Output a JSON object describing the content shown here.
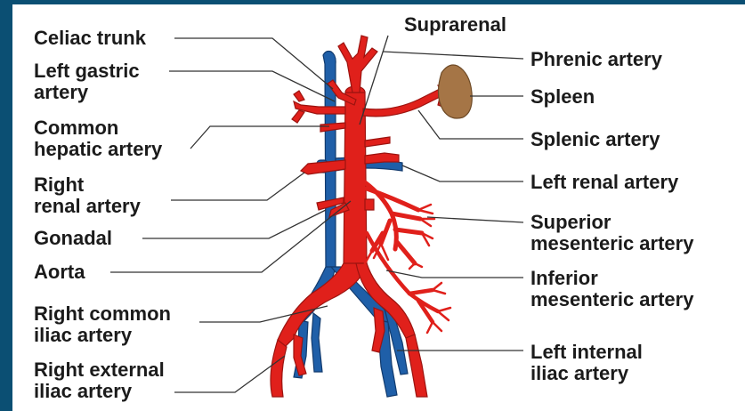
{
  "colors": {
    "frame": "#0b4f73",
    "background": "#ffffff",
    "artery": "#e0201b",
    "artery_dark": "#9c1410",
    "vein": "#1f5fa8",
    "vein_dark": "#123b6e",
    "spleen": "#a57546",
    "leader_line": "#333333",
    "label_text": "#1b1b1b"
  },
  "labels": {
    "celiac_trunk": "Celiac trunk",
    "left_gastric": "Left gastric\nartery",
    "common_hepatic": "Common\nhepatic artery",
    "right_renal": "Right\nrenal artery",
    "gonadal": "Gonadal",
    "aorta": "Aorta",
    "right_common_iliac": "Right common\niliac artery",
    "right_external_iliac": "Right external\niliac artery",
    "suprarenal": "Suprarenal",
    "phrenic": "Phrenic artery",
    "spleen": "Spleen",
    "splenic": "Splenic artery",
    "left_renal": "Left renal artery",
    "superior_mesenteric": "Superior\nmesenteric artery",
    "inferior_mesenteric": "Inferior\nmesenteric artery",
    "left_internal_iliac": "Left internal\niliac artery"
  },
  "icons": [
    "aorta-trunk",
    "inferior-vena-cava",
    "spleen-organ",
    "mesenteric-branches"
  ]
}
